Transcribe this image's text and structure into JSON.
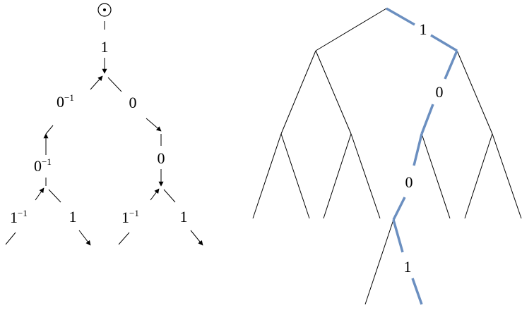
{
  "colors": {
    "ink": "#000000",
    "highlight": "#6b8fc0",
    "background": "#ffffff"
  },
  "left_tree": {
    "root_symbol": "⊙",
    "labels": {
      "root_edge": "1",
      "upper_left": "0",
      "upper_left_exp": "−1",
      "upper_right": "0",
      "mid_left": "0",
      "mid_left_exp": "−1",
      "mid_right": "0",
      "lower_ll": "1",
      "lower_ll_exp": "−1",
      "lower_lr": "1",
      "lower_rl": "1",
      "lower_rl_exp": "−1",
      "lower_rr": "1"
    }
  },
  "right_tree": {
    "path_labels": {
      "edge1": "1",
      "edge2": "0",
      "edge3": "0",
      "edge4": "1"
    }
  }
}
